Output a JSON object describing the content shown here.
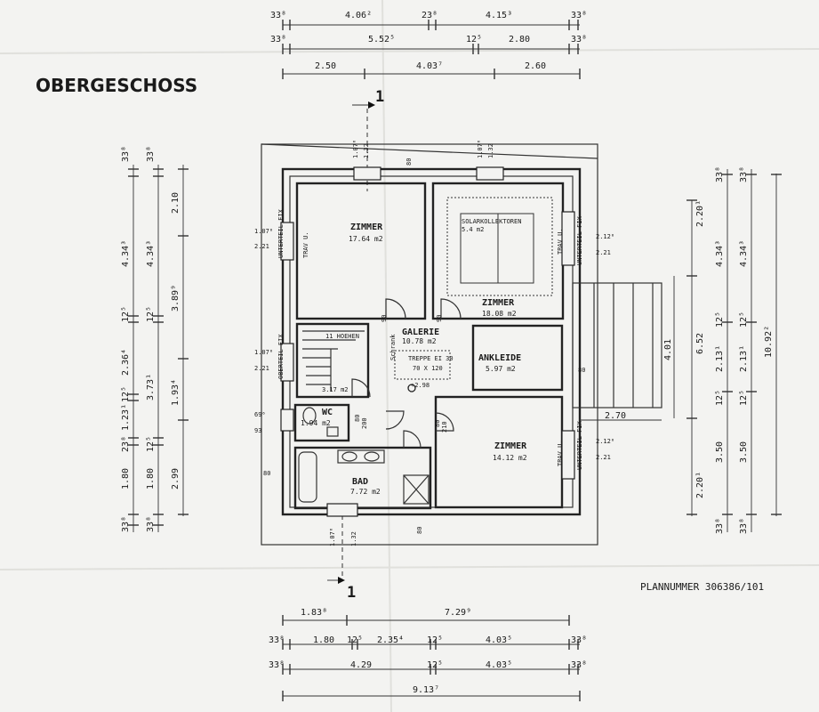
{
  "title": "OBERGESCHOSS",
  "plan_number": "PLANNUMMER 306386/101",
  "section_marker": "1",
  "rooms": {
    "zimmer_nw": {
      "name": "ZIMMER",
      "area": "17.64 m2"
    },
    "zimmer_ne": {
      "name": "ZIMMER",
      "area": "18.08 m2"
    },
    "galerie": {
      "name": "GALERIE",
      "area": "10.78 m2"
    },
    "ankleide": {
      "name": "ANKLEIDE",
      "area": "5.97 m2"
    },
    "wc": {
      "name": "WC",
      "area": "1.94 m2"
    },
    "zimmer_se": {
      "name": "ZIMMER",
      "area": "14.12 m2"
    },
    "bad": {
      "name": "BAD",
      "area": "7.72 m2"
    }
  },
  "labels": {
    "solar": "SOLARKOLLEKTOREN",
    "solar_area": "5.4 m2",
    "stairs": "11 HOEHEN",
    "stairs_area": "3.17 m2",
    "treppe": "TREPPE EI 30",
    "treppe_size": "70 X 120",
    "level": "+2.98",
    "schrank": "Schrank",
    "oberteil": "OBERTEIL FIX",
    "unterteil": "UNTERTEIL FIX",
    "trav": "TRAV U.",
    "door_90": "90",
    "door_200": "200",
    "door_80": "80",
    "door_210": "210"
  },
  "dims_top": {
    "row1": [
      "33⁸",
      "4.06²",
      "23⁸",
      "4.15³",
      "33⁸"
    ],
    "row2": [
      "33⁸",
      "5.52⁵",
      "12⁵",
      "2.80",
      "33⁸"
    ],
    "row3": [
      "2.50",
      "4.03⁷",
      "2.60"
    ]
  },
  "dims_bottom": {
    "row1": [
      "1.83⁸",
      "7.29⁹"
    ],
    "row2": [
      "33⁸",
      "1.80",
      "12⁵",
      "2.35⁴",
      "12⁵",
      "4.03⁵",
      "33⁸"
    ],
    "row3": [
      "33⁸",
      "4.29",
      "12⁵",
      "4.03⁵",
      "33⁸"
    ],
    "row4": [
      "9.13⁷"
    ]
  },
  "dims_left": {
    "col1": [
      "33⁸",
      "4.34³",
      "12⁵",
      "2.36⁴",
      "12⁵",
      "1.23¹",
      "23⁸",
      "1.80",
      "33⁸"
    ],
    "col2": [
      "33⁸",
      "4.34³",
      "12⁵",
      "3.73¹",
      "12⁵",
      "1.80",
      "33⁸"
    ],
    "col3": [
      "2.10",
      "3.89⁹",
      "1.93⁴",
      "2.99"
    ]
  },
  "dims_right": {
    "col1": [
      "2.20¹",
      "4.01",
      "2.20¹"
    ],
    "col2": [
      "33⁸",
      "4.34³",
      "12⁵",
      "2.13¹",
      "12⁵",
      "3.50",
      "33⁸"
    ],
    "col3": [
      "33⁸",
      "4.34³",
      "12⁵",
      "2.13¹",
      "12⁵",
      "3.50",
      "33⁸"
    ],
    "col4": [
      "10.92²"
    ],
    "col5": [
      "6.52"
    ]
  },
  "window_dims": {
    "top_a": "1.07⁶",
    "top_b": "1.32",
    "side_a": "1.07⁶",
    "side_b": "2.21",
    "side_c": "2.12⁶",
    "side_d": "2.21",
    "wc_a": "69⁶",
    "wc_b": "93",
    "overhang": "80",
    "balcony": "2.70"
  }
}
